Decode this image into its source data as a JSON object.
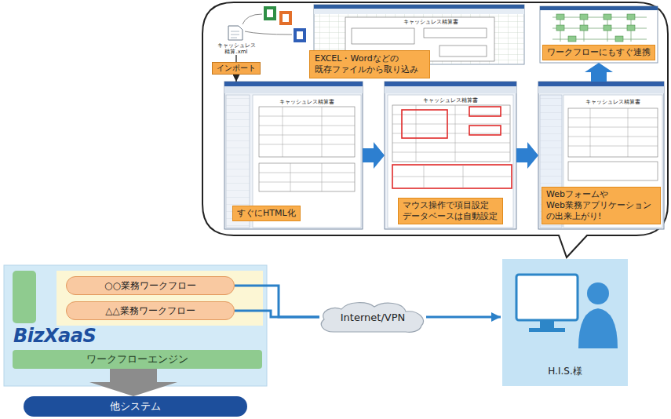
{
  "diagram": {
    "nodes": [
      {
        "text": [
          "キャッシュレス精算書"
        ]
      },
      {
        "text": [
          "EXCEL・Wordなどの 既存ファイルから取り込み"
        ],
        "in": 0
      },
      {
        "text": [
          "キャッシュレス 精算.xml"
        ]
      },
      {
        "text": [
          "ワークフローにもすぐ連携"
        ]
      },
      {
        "text": [
          "キャッシュレス精算書",
          "すぐにHTML化"
        ]
      },
      {
        "text": [
          "キャッシュレス精算書",
          "マウス操作で項目設定 データベースは自動設定"
        ]
      },
      {
        "text": [
          "キャッシュレス精算書",
          "Webフォームや Web業務アプリケーション の出来上がり!"
        ]
      },
      {
        "text": [
          "BizXaaS"
        ]
      },
      {
        "text": [
          "○○業務ワークフロー"
        ],
        "in": 7
      },
      {
        "text": [
          "△△業務ワークフロー"
        ],
        "in": 7
      },
      {
        "text": [
          "ワークフローエンジン"
        ],
        "in": 7
      },
      {
        "text": [
          "Internet/VPN"
        ]
      },
      {
        "text": [
          "H.I.S.様"
        ]
      },
      {
        "text": [
          "他システム"
        ]
      }
    ],
    "edges": [
      {
        "from": 2,
        "to": 4,
        "label": "インポート",
        "arrow": "to"
      },
      {
        "from": 4,
        "to": 5,
        "arrow": "to"
      },
      {
        "from": 5,
        "to": 6,
        "arrow": "to"
      },
      {
        "from": 6,
        "to": 3,
        "arrow": "to"
      },
      {
        "from": 8,
        "to": 11,
        "arrow": "none"
      },
      {
        "from": 9,
        "to": 11,
        "arrow": "none"
      },
      {
        "from": 11,
        "to": 12,
        "arrow": "to"
      },
      {
        "from": 10,
        "to": 13,
        "arrow": "to"
      }
    ]
  }
}
